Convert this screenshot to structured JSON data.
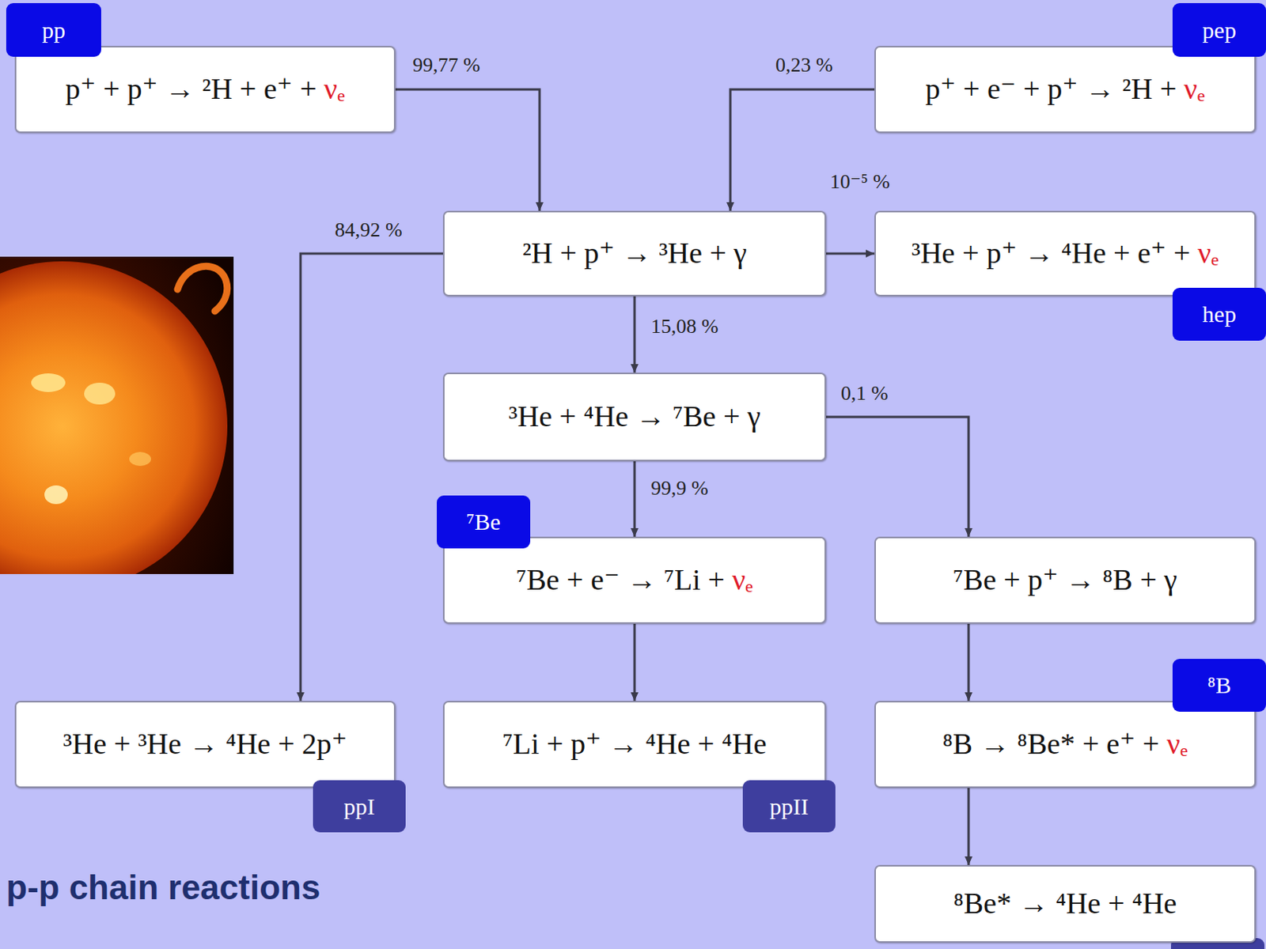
{
  "diagram": {
    "title": "p-p chain reactions",
    "nodes": [
      {
        "text": [
          "pp",
          "p⁺ + p⁺ → ²H + e⁺ + νₑ"
        ]
      },
      {
        "text": [
          "pep",
          "p⁺ + e⁻ + p⁺ → ²H + νₑ"
        ]
      },
      {
        "text": [
          "²H + p⁺ → ³He + γ"
        ]
      },
      {
        "text": [
          "³He + p⁺ → ⁴He + e⁺ + νₑ",
          "hep"
        ]
      },
      {
        "text": [
          "³He + ⁴He → ⁷Be + γ"
        ]
      },
      {
        "text": [
          "⁷Be",
          "⁷Be + e⁻ → ⁷Li + νₑ"
        ]
      },
      {
        "text": [
          "⁷Be + p⁺ → ⁸B + γ"
        ]
      },
      {
        "text": [
          "³He + ³He → ⁴He + 2p⁺",
          "ppI"
        ]
      },
      {
        "text": [
          "⁷Li + p⁺ → ⁴He + ⁴He",
          "ppII"
        ]
      },
      {
        "text": [
          "⁸B",
          "⁸B → ⁸Be* + e⁺ + νₑ"
        ]
      },
      {
        "text": [
          "⁸Be* → ⁴He + ⁴He"
        ]
      }
    ],
    "edges": [
      {
        "from": 0,
        "to": 2,
        "label": "99,77 %",
        "arrow": "to"
      },
      {
        "from": 1,
        "to": 2,
        "label": "0,23 %",
        "arrow": "to"
      },
      {
        "from": 2,
        "to": 3,
        "label": "10⁻⁵ %",
        "arrow": "to"
      },
      {
        "from": 2,
        "to": 4,
        "label": "15,08 %",
        "arrow": "to"
      },
      {
        "from": 2,
        "to": 7,
        "label": "84,92 %",
        "arrow": "to"
      },
      {
        "from": 4,
        "to": 5,
        "label": "99,9 %",
        "arrow": "to"
      },
      {
        "from": 4,
        "to": 6,
        "label": "0,1 %",
        "arrow": "to"
      },
      {
        "from": 5,
        "to": 8,
        "arrow": "to"
      },
      {
        "from": 6,
        "to": 9,
        "arrow": "to"
      },
      {
        "from": 9,
        "to": 10,
        "arrow": "to"
      }
    ]
  }
}
